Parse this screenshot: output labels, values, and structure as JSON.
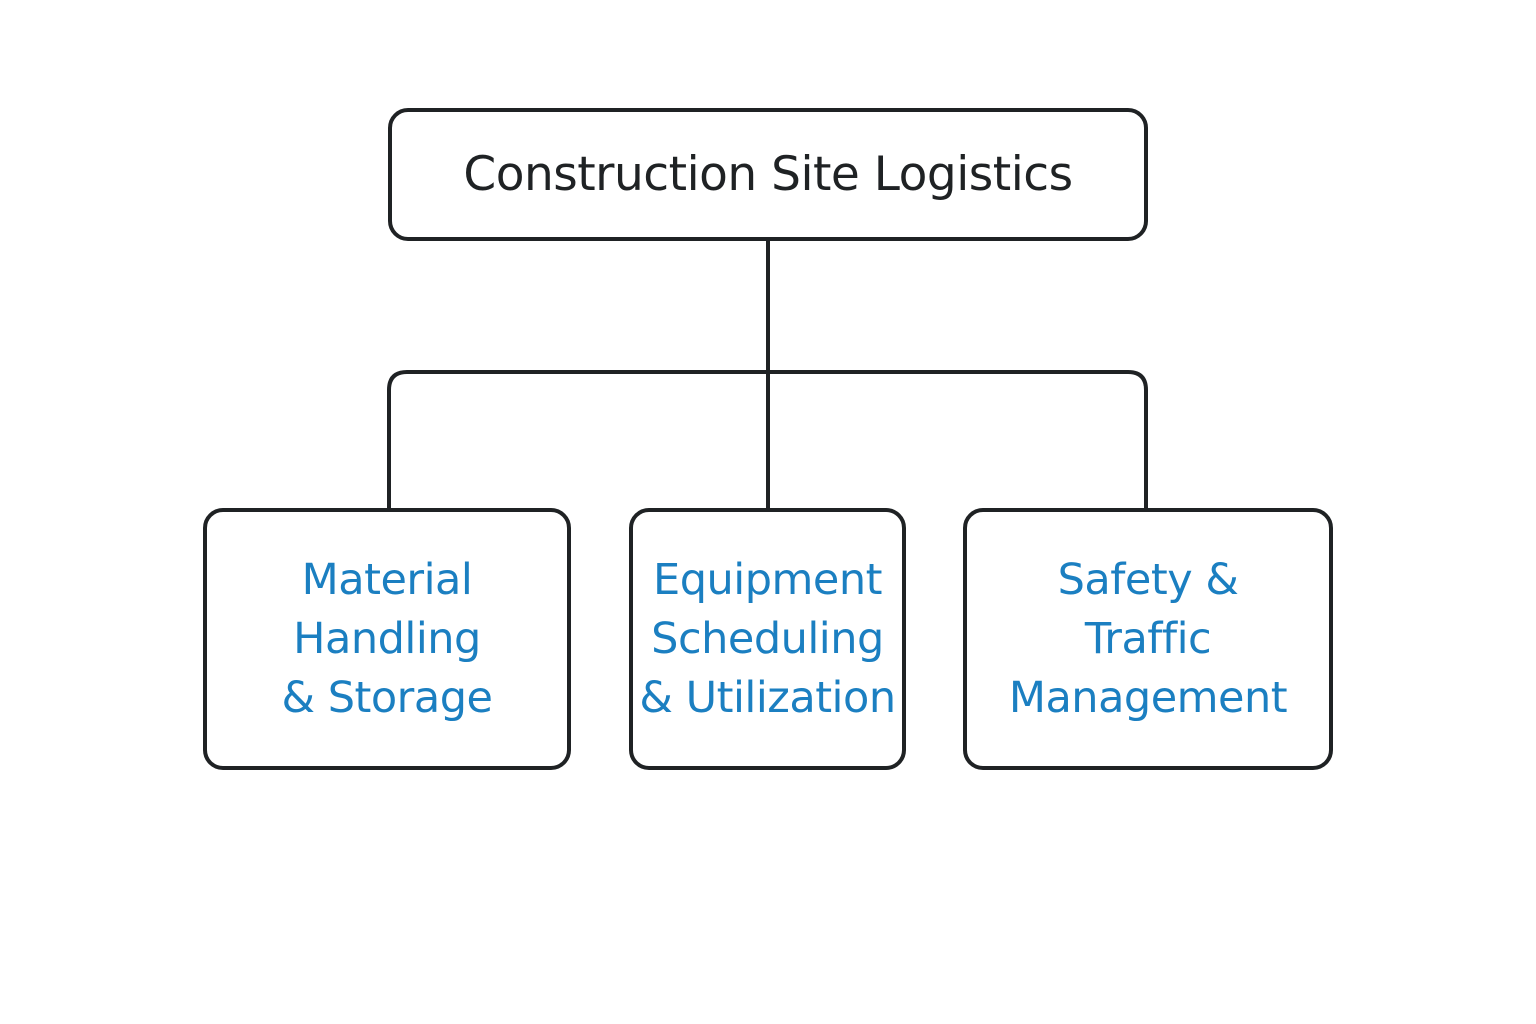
{
  "diagram": {
    "root": {
      "label": "Construction Site Logistics"
    },
    "children": [
      {
        "label": "Material\nHandling\n& Storage"
      },
      {
        "label": "Equipment\nScheduling\n& Utilization"
      },
      {
        "label": "Safety &\nTraffic\nManagement"
      }
    ]
  },
  "colors": {
    "outline": "#1f2224",
    "root_text": "#1f2224",
    "child_text": "#1b7fc1",
    "background": "#ffffff"
  }
}
